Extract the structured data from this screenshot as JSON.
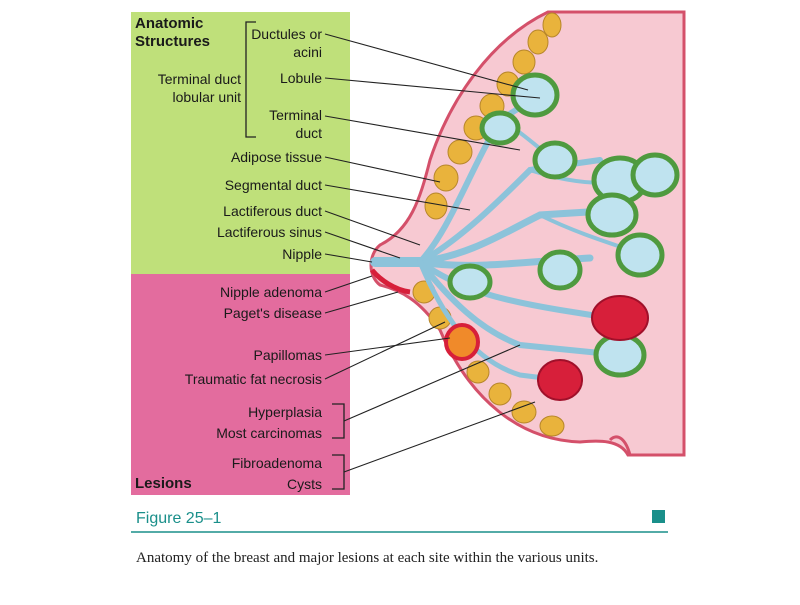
{
  "anatomic_header": "Anatomic Structures",
  "tdlu_label": "Terminal duct lobular unit",
  "lesions_header": "Lesions",
  "structures": {
    "ductules": "Ductules or acini",
    "lobule": "Lobule",
    "terminal_duct": "Terminal duct",
    "adipose": "Adipose tissue",
    "segmental": "Segmental duct",
    "lactiferous_duct": "Lactiferous duct",
    "lactiferous_sinus": "Lactiferous sinus",
    "nipple": "Nipple"
  },
  "lesions": {
    "nipple_adenoma": "Nipple adenoma",
    "pagets": "Paget's disease",
    "papillomas": "Papillomas",
    "fat_necrosis": "Traumatic fat necrosis",
    "hyperplasia": "Hyperplasia",
    "carcinomas": "Most carcinomas",
    "fibroadenoma": "Fibroadenoma",
    "cysts": "Cysts"
  },
  "figure_title": "Figure 25–1",
  "caption": "Anatomy of the breast and major lesions at each site within the various units.",
  "colors": {
    "green_panel": "#bfe07a",
    "pink_panel": "#e36c9e",
    "breast_fill": "#f7c9d2",
    "ducts": "#a9d6e8",
    "lobule": "#4f9a3f",
    "fat": "#e9b33c",
    "lesion": "#d71f3a",
    "teal": "#1a8f8a"
  }
}
